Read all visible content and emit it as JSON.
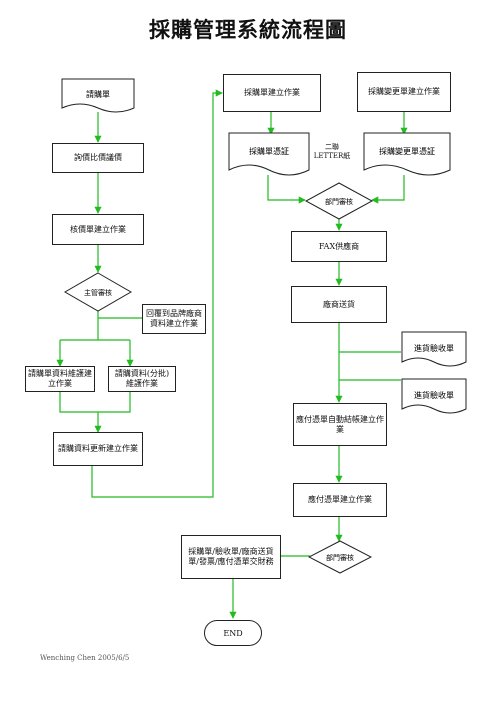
{
  "title": "採購管理系統流程圖",
  "nodes": {
    "purchase_request": "請購單",
    "price_inquiry": "詢價比價議價",
    "price_list_create": "核價單建立作業",
    "supervisor_review": "主管審核",
    "vendor_reply": "回覆到品牌廠商資料建立作業",
    "request_data_maintain": "請購單資料維護建立作業",
    "request_data_split": "請購資料(分批)維護作業",
    "request_update": "請購資料更新建立作業",
    "po_create": "採購單建立作業",
    "po_change_create": "採購變更單建立作業",
    "po_voucher": "採購單憑証",
    "print_note": "二聯 LETTER紙",
    "po_change_voucher": "採購變更單憑証",
    "dept_review": "部門審核",
    "fax_vendor": "FAX供應商",
    "vendor_delivery": "廠商送貨",
    "receiving_slip_1": "進貨驗收單",
    "receiving_slip_2": "進貨驗收單",
    "ap_auto_settle": "應付憑單自動結帳建立作業",
    "ap_voucher_create": "應付憑單建立作業",
    "dept_review_2": "部門審核",
    "handover": "採購單/驗收單/廠商送貨單/發票/應付憑單交財務",
    "end": "END"
  },
  "footer": "Wenching Chen 2005/6/5",
  "colors": {
    "arrow": "#22bb22",
    "line": "#222222"
  }
}
